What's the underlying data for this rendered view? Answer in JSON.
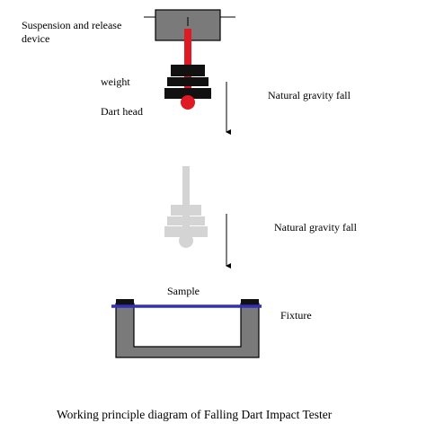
{
  "labels": {
    "suspension_line1": "Suspension and release",
    "suspension_line2": "device",
    "weight": "weight",
    "dart_head": "Dart head",
    "fall_1": "Natural gravity fall",
    "fall_2": "Natural gravity fall",
    "sample": "Sample",
    "fixture": "Fixture"
  },
  "caption": "Working principle diagram of Falling Dart Impact Tester",
  "colors": {
    "device_fill": "#7a7a7a",
    "rod": "#e01a24",
    "weight_fill": "#111111",
    "ghost": "#d4d4d4",
    "sample_line": "#3030b8",
    "fixture_fill": "#7a7a7a",
    "outline": "#000000"
  }
}
